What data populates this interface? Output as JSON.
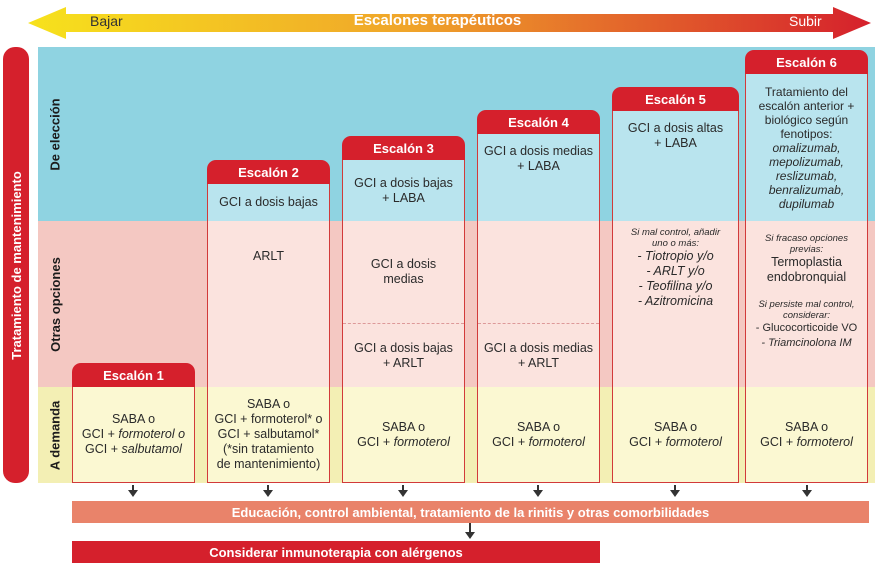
{
  "header": {
    "title": "Escalones terapéuticos",
    "left": "Bajar",
    "right": "Subir"
  },
  "side_label": "Tratamiento de mantenimiento",
  "bands": {
    "eleccion": "De elección",
    "otras": "Otras opciones",
    "demanda": "A demanda"
  },
  "steps": [
    {
      "tab": "Escalón 1",
      "demanda": [
        "SABA o",
        "GCI + formoterol o",
        "GCI + salbutamol"
      ]
    },
    {
      "tab": "Escalón 2",
      "eleccion": "GCI a dosis bajas",
      "otras": "ARLT",
      "demanda": [
        "SABA o",
        "GCI + formoterol* o",
        "GCI + salbutamol*",
        "(*sin tratamiento",
        "de mantenimiento)"
      ]
    },
    {
      "tab": "Escalón 3",
      "eleccion": [
        "GCI a dosis bajas",
        "+ LABA"
      ],
      "otras_a": [
        "GCI a dosis",
        "medias"
      ],
      "otras_b": [
        "GCI a dosis bajas",
        "+ ARLT"
      ],
      "demanda": [
        "SABA o",
        "GCI + formoterol"
      ]
    },
    {
      "tab": "Escalón 4",
      "eleccion": [
        "GCI a dosis medias",
        "+ LABA"
      ],
      "otras_b": [
        "GCI a dosis medias",
        "+ ARLT"
      ],
      "demanda": [
        "SABA o",
        "GCI + formoterol"
      ]
    },
    {
      "tab": "Escalón 5",
      "eleccion": [
        "GCI a dosis altas",
        "+ LABA"
      ],
      "otras_intro": [
        "Si mal control, añadir",
        "uno o más:"
      ],
      "otras": [
        "- Tiotropio y/o",
        "- ARLT y/o",
        "- Teofilina y/o",
        "- Azitromicina"
      ],
      "demanda": [
        "SABA o",
        "GCI + formoterol"
      ]
    },
    {
      "tab": "Escalón 6",
      "eleccion": [
        "Tratamiento del",
        "escalón anterior +",
        "biológico según",
        "fenotipos:",
        "omalizumab,",
        "mepolizumab,",
        "reslizumab,",
        "benralizumab,",
        "dupilumab"
      ],
      "otras_intro": [
        "Si fracaso opciones",
        "previas:"
      ],
      "otras": [
        "Termoplastia",
        "endobronquial"
      ],
      "otras_intro2": [
        "Si persiste mal control,",
        "considerar:"
      ],
      "otras2": [
        "- Glucocorticoide VO",
        "- Triamcinolona IM"
      ],
      "demanda": [
        "SABA o",
        "GCI + formoterol"
      ]
    }
  ],
  "bottom": {
    "education": "Educación, control ambiental, tratamiento de la rinitis y otras comorbilidades",
    "immuno": "Considerar inmunoterapia con alérgenos"
  },
  "colors": {
    "red": "#d5202c",
    "blue": "#8fd3e1",
    "blue_light": "#b9e4ee",
    "pink": "#f4c8c2",
    "pink_light": "#fbe3de",
    "yellow": "#f3efb4",
    "yellow_light": "#fbf8d2",
    "salmon": "#e9836a"
  }
}
